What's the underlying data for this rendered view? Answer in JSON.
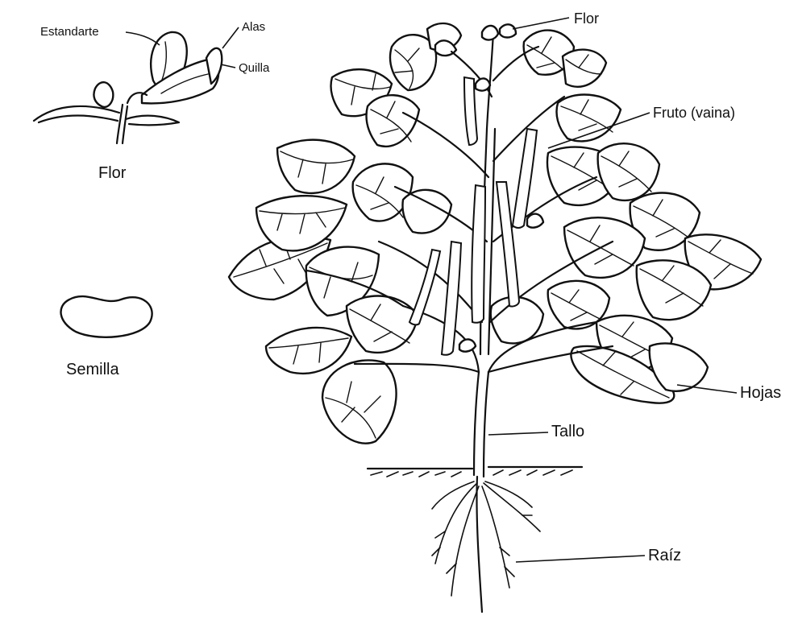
{
  "labels": {
    "estandarte": "Estandarte",
    "alas": "Alas",
    "quilla": "Quilla",
    "flor_detail": "Flor",
    "semilla": "Semilla",
    "flor_plant": "Flor",
    "fruto": "Fruto (vaina)",
    "hojas": "Hojas",
    "tallo": "Tallo",
    "raiz": "Raíz"
  },
  "colors": {
    "ink": "#111111",
    "paper": "#ffffff"
  }
}
